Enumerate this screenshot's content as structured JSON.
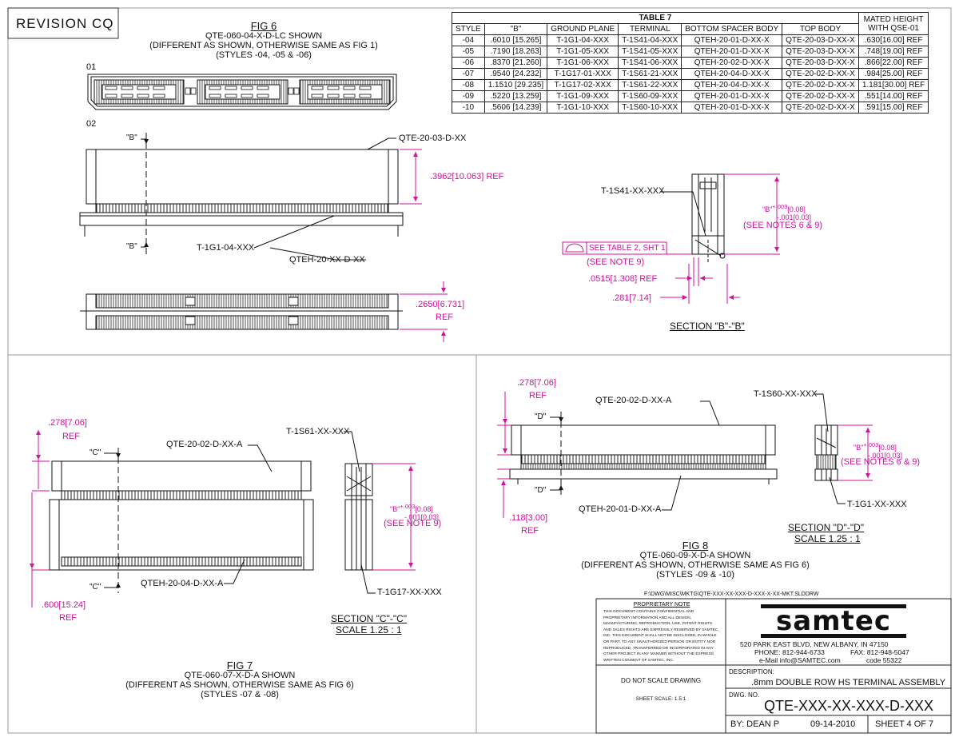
{
  "revision": "REVISION  CQ",
  "fig6": {
    "title": "FIG 6",
    "subtitle1": "QTE-060-04-X-D-LC SHOWN",
    "subtitle2": "(DIFFERENT AS SHOWN, OTHERWISE SAME AS FIG 1)",
    "subtitle3": "(STYLES -04, -05 & -06)",
    "label01": "01",
    "label02": "02",
    "b_top": "\"B\"",
    "b_bottom": "\"B\"",
    "top_callout": "QTE-20-03-D-XX",
    "dim_height": ".3962[10.063] REF",
    "ground_callout": "T-1G1-04-XXX",
    "spacer_callout": "QTEH-20-XX-D-XX",
    "dim_bottom": ".2650[6.731]",
    "dim_bottom_ref": "REF"
  },
  "section_b": {
    "terminal_callout": "T-1S41-XX-XXX",
    "tol_b": "\"B\"",
    "tol_plus": "+.003",
    "tol_plus_mm": "[0.08]",
    "tol_minus": "-.001",
    "tol_minus_mm": "[0.03]",
    "notes": "(SEE NOTES 6 & 9)",
    "see_table": "SEE TABLE 2, SHT 1",
    "see_note": "(SEE NOTE 9)",
    "dim1": ".0515[1.308] REF",
    "dim2": ".281[7.14]",
    "title": "SECTION \"B\"-\"B\""
  },
  "table7": {
    "title": "TABLE 7",
    "mated_header1": "MATED HEIGHT",
    "mated_header2": "WITH QSE-01",
    "headers": [
      "STYLE",
      "\"B\"",
      "GROUND PLANE",
      "TERMINAL",
      "BOTTOM SPACER BODY",
      "TOP BODY"
    ],
    "rows": [
      [
        "-04",
        ".6010 [15.265]",
        "T-1G1-04-XXX",
        "T-1S41-04-XXX",
        "QTEH-20-01-D-XX-X",
        "QTE-20-03-D-XX-X",
        ".630[16.00] REF"
      ],
      [
        "-05",
        ".7190 [18.263]",
        "T-1G1-05-XXX",
        "T-1S41-05-XXX",
        "QTEH-20-01-D-XX-X",
        "QTE-20-03-D-XX-X",
        ".748[19.00] REF"
      ],
      [
        "-06",
        ".8370 [21.260]",
        "T-1G1-06-XXX",
        "T-1S41-06-XXX",
        "QTEH-20-02-D-XX-X",
        "QTE-20-03-D-XX-X",
        ".866[22.00] REF"
      ],
      [
        "-07",
        ".9540 [24.232]",
        "T-1G17-01-XXX",
        "T-1S61-21-XXX",
        "QTEH-20-04-D-XX-X",
        "QTE-20-02-D-XX-X",
        ".984[25.00] REF"
      ],
      [
        "-08",
        "1.1510 [29.235]",
        "T-1G17-02-XXX",
        "T-1S61-22-XXX",
        "QTEH-20-04-D-XX-X",
        "QTE-20-02-D-XX-X",
        "1.181[30.00] REF"
      ],
      [
        "-09",
        ".5220 [13.259]",
        "T-1G1-09-XXX",
        "T-1S60-09-XXX",
        "QTEH-20-01-D-XX-X",
        "QTE-20-02-D-XX-X",
        ".551[14.00] REF"
      ],
      [
        "-10",
        ".5606 [14.239]",
        "T-1G1-10-XXX",
        "T-1S60-10-XXX",
        "QTEH-20-01-D-XX-X",
        "QTE-20-02-D-XX-X",
        ".591[15.00] REF"
      ]
    ]
  },
  "fig7": {
    "dim_top": ".278[7.06]",
    "dim_top_ref": "REF",
    "c_top": "\"C\"",
    "c_bottom": "\"C\"",
    "top_callout": "QTE-20-02-D-XX-A",
    "spacer_callout": "QTEH-20-04-D-XX-A",
    "dim_bottom": ".600[15.24]",
    "dim_bottom_ref": "REF",
    "title": "FIG 7",
    "subtitle1": "QTE-060-07-X-D-A SHOWN",
    "subtitle2": "(DIFFERENT AS SHOWN, OTHERWISE SAME AS FIG 6)",
    "subtitle3": "(STYLES -07 & -08)"
  },
  "section_c": {
    "terminal_callout": "T-1S61-XX-XXX",
    "tol_b": "\"B\"",
    "tol_plus": "+.003",
    "tol_plus_mm": "[0.08]",
    "tol_minus": "-.001",
    "tol_minus_mm": "[0.03]",
    "note": "(SEE NOTE 9)",
    "ground_callout": "T-1G17-XX-XXX",
    "title": "SECTION \"C\"-\"C\"",
    "scale": "SCALE 1.25 : 1"
  },
  "fig8": {
    "dim_top": ".278[7.06]",
    "dim_top_ref": "REF",
    "d_top": "\"D\"",
    "d_bottom": "\"D\"",
    "top_callout": "QTE-20-02-D-XX-A",
    "spacer_callout": "QTEH-20-01-D-XX-A",
    "dim_bottom": ".118[3.00]",
    "dim_bottom_ref": "REF",
    "title": "FIG 8",
    "subtitle1": "QTE-060-09-X-D-A SHOWN",
    "subtitle2": "(DIFFERENT AS SHOWN, OTHERWISE SAME AS FIG 6)",
    "subtitle3": "(STYLES -09 & -10)"
  },
  "section_d": {
    "terminal_callout": "T-1S60-XX-XXX",
    "tol_b": "\"B\"",
    "tol_plus": "+.003",
    "tol_plus_mm": "[0.08]",
    "tol_minus": "-.001",
    "tol_minus_mm": "[0.03]",
    "notes": "(SEE NOTES 6 & 9)",
    "ground_callout": "T-1G1-XX-XXX",
    "title": "SECTION \"D\"-\"D\"",
    "scale": "SCALE 1.25 : 1"
  },
  "title_block": {
    "file_path": "F:\\DWG\\MISC\\MKTG\\QTE-XXX-XX-XXX-D-XXX-X-XX-MKT.SLDDRW",
    "proprietary_title": "PROPRIETARY NOTE",
    "proprietary_lines": [
      "THIS DOCUMENT CONTAINS CONFIDENTIAL AND",
      "PROPRIETARY INFORMATION AND ALL DESIGN,",
      "MANUFACTURING, REPRODUCTION, USE, PATENT RIGHTS",
      "AND SALES RIGHTS ARE EXPRESSLY RESERVED BY SAMTEC,",
      "INC. THIS DOCUMENT SHALL NOT BE DISCLOSED, IN WHOLE",
      "OR PART, TO ANY UNAUTHORIZED PERSON OR ENTITY NOR",
      "REPRODUCED, TRANSFERRED OR INCORPORATED IN ANY",
      "OTHER PROJECT IN ANY MANNER WITHOUT THE EXPRESS",
      "WRITTEN CONSENT OF SAMTEC, INC."
    ],
    "logo": "samtec",
    "address": "520 PARK EAST BLVD, NEW ALBANY, IN 47150",
    "phone": "PHONE: 812-944-6733",
    "fax": "FAX: 812-948-5047",
    "email": "e-Mail  info@SAMTEC.com",
    "code": "code  55322",
    "do_not_scale": "DO  NOT  SCALE  DRAWING",
    "sheet_scale": "SHEET SCALE: 1.5:1",
    "description_label": "DESCRIPTION:",
    "description": ".8mm DOUBLE ROW HS TERMINAL ASSEMBLY",
    "dwg_label": "DWG. NO.",
    "dwg_no": "QTE-XXX-XX-XXX-D-XXX",
    "by": "BY:   DEAN P",
    "date": "09-14-2010",
    "sheet": "SHEET 4 OF 7"
  }
}
